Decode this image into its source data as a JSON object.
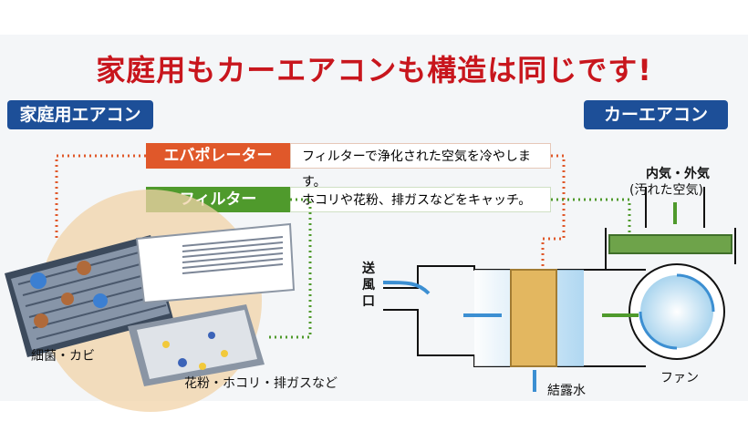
{
  "headline": "家庭用もカーエアコンも構造は同じです!",
  "left_tag": "家庭用エアコン",
  "right_tag": "カーエアコン",
  "evaporator": {
    "label": "エバポレーター",
    "desc": "フィルターで浄化された空気を冷やします。"
  },
  "filter": {
    "label": "フィルター",
    "desc": "ホコリや花粉、排ガスなどをキャッチ。"
  },
  "labels": {
    "bacteria": "細菌・カビ",
    "dust": "花粉・ホコリ・排ガスなど",
    "intake_line1": "内気・外気",
    "intake_line2": "(汚れた空気)",
    "outlet_1": "送",
    "outlet_2": "風",
    "outlet_3": "口",
    "fan": "ファン",
    "condensation": "結露水"
  },
  "colors": {
    "headline": "#c8161d",
    "tag_blue": "#1d4f98",
    "evaporator_orange": "#e0582a",
    "filter_green": "#4f9a2c",
    "evap_fill": "#e3b760",
    "air_blue": "#3c8fd2"
  }
}
